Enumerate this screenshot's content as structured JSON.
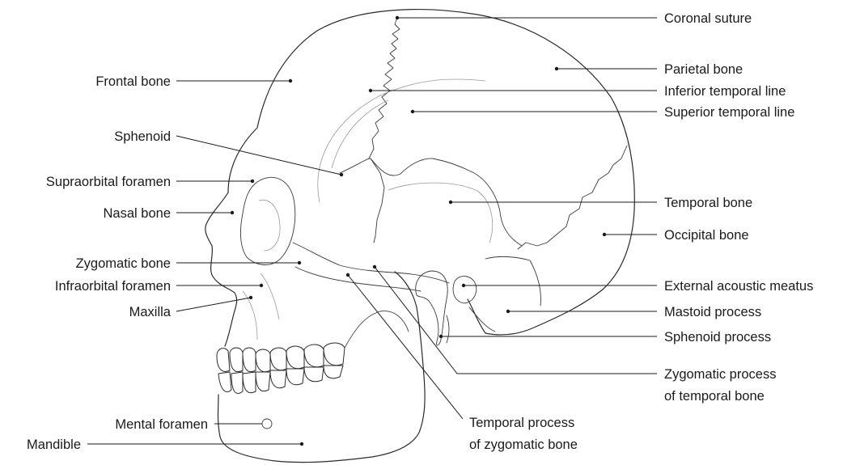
{
  "diagram": {
    "labels": {
      "coronal_suture": "Coronal suture",
      "parietal_bone": "Parietal bone",
      "inferior_temporal_line": "Inferior temporal line",
      "superior_temporal_line": "Superior temporal line",
      "temporal_bone": "Temporal bone",
      "occipital_bone": "Occipital bone",
      "external_acoustic_meatus": "External acoustic meatus",
      "mastoid_process": "Mastoid process",
      "sphenoid_process": "Sphenoid process",
      "zygomatic_process_line1": "Zygomatic process",
      "zygomatic_process_line2": "of temporal bone",
      "temporal_process_line1": "Temporal process",
      "temporal_process_line2": "of zygomatic bone",
      "frontal_bone": "Frontal bone",
      "sphenoid": "Sphenoid",
      "supraorbital_foramen": "Supraorbital foramen",
      "nasal_bone": "Nasal bone",
      "zygomatic_bone": "Zygomatic bone",
      "infraorbital_foramen": "Infraorbital foramen",
      "maxilla": "Maxilla",
      "mental_foramen": "Mental foramen",
      "mandible": "Mandible"
    }
  }
}
